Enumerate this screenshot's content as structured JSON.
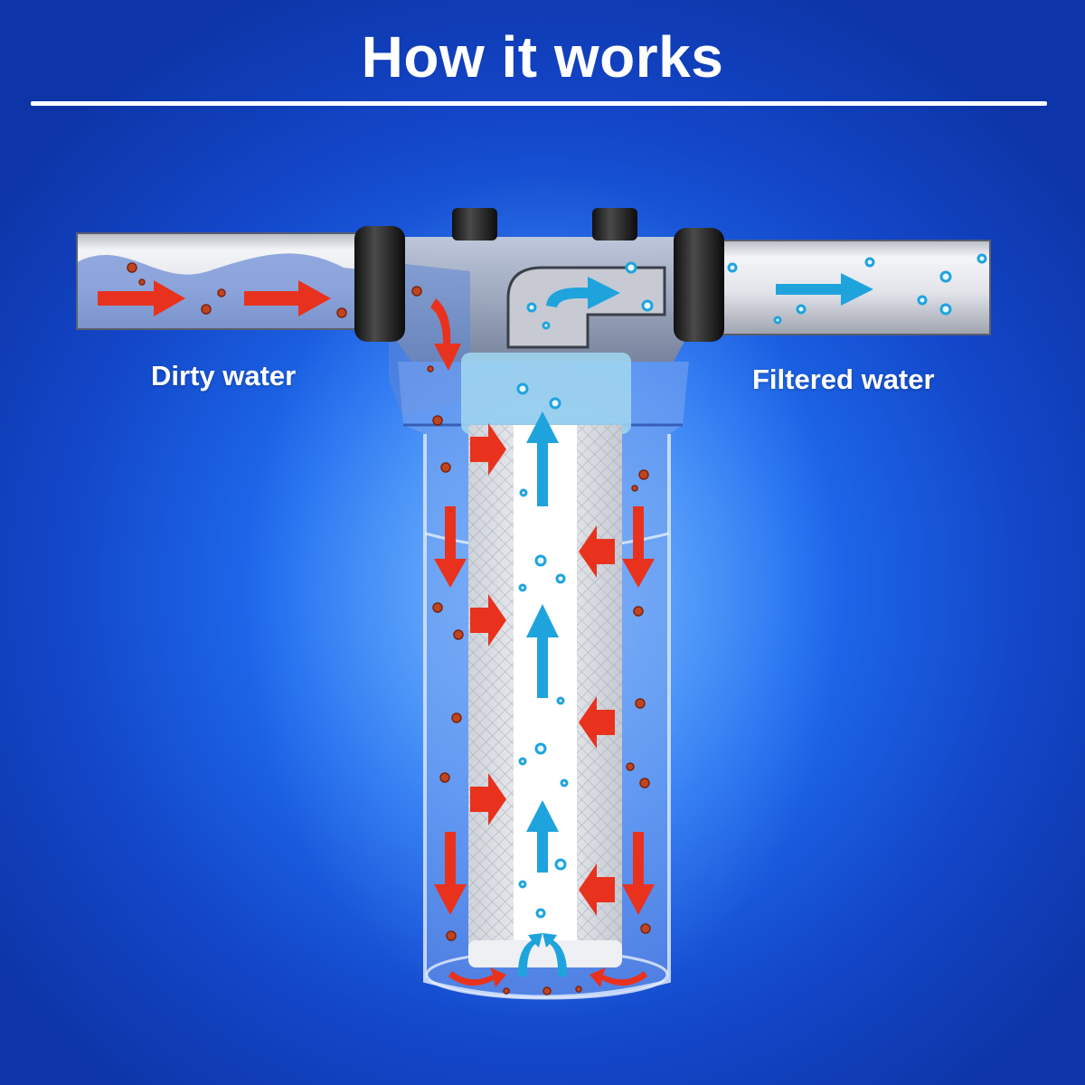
{
  "title": "How it works",
  "labels": {
    "dirty": "Dirty water",
    "filtered": "Filtered water"
  },
  "colors": {
    "background": "#1f6df0",
    "dirty_flow": "#e8321e",
    "clean_flow": "#1fa3dd",
    "pipe": "#d9dbe3",
    "fitting": "#222222"
  },
  "icons": [
    "red-arrow-icon",
    "blue-arrow-icon",
    "sediment-particle-icon",
    "clean-bubble-icon"
  ]
}
